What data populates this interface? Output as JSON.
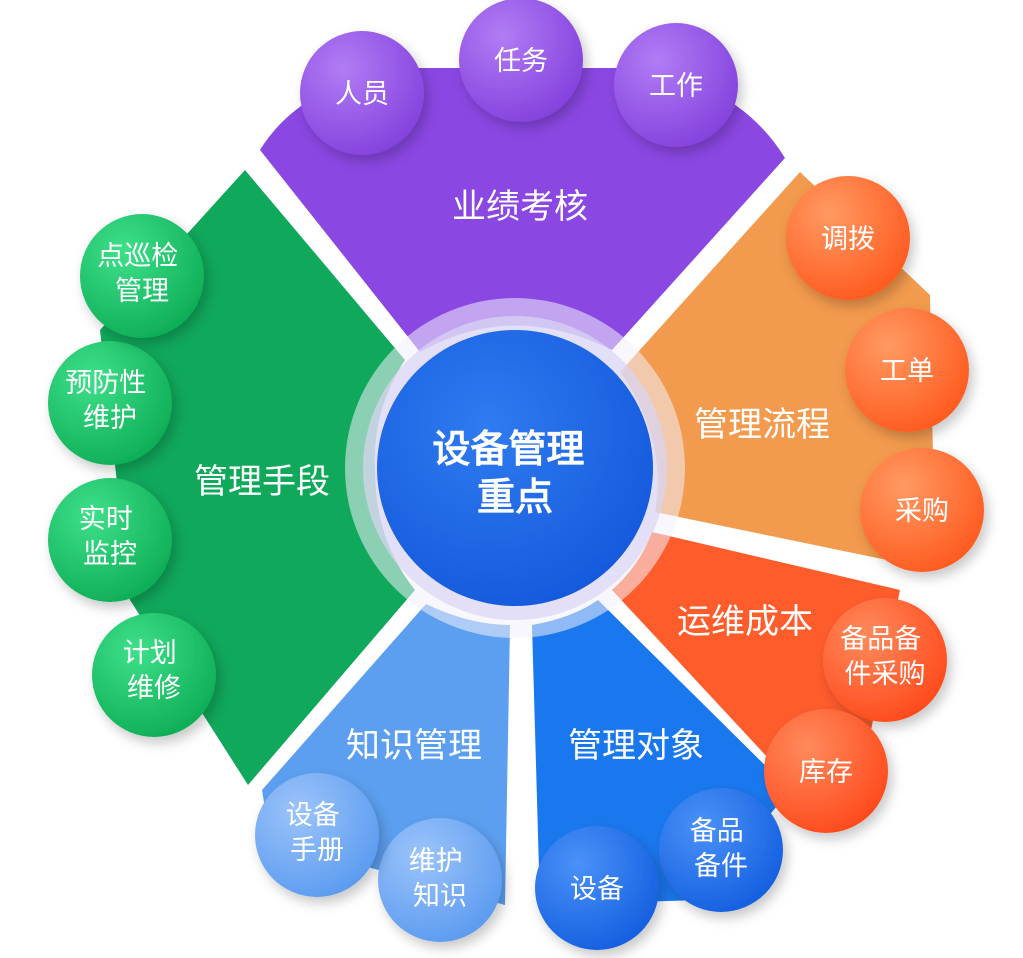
{
  "center": {
    "lines": [
      "设备管理",
      "重点"
    ]
  },
  "colors": {
    "purple": "#8a47e2",
    "purple_node": "#8f4fe6",
    "orange": "#f39a4c",
    "orange_node": "#ff6a2e",
    "red_orange": "#ff5a2a",
    "red_node": "#ff4f24",
    "blue": "#1a78ef",
    "blue_node": "#1769e8",
    "light_blue": "#5c9ff0",
    "light_blue_node": "#6aa6f2",
    "green": "#10a85b",
    "green_node": "#12c166",
    "center": "#1a66e6",
    "ring": "#d8d0f2",
    "text": "#ffffff"
  },
  "segments": [
    {
      "id": "performance",
      "label": "业绩考核",
      "nodes": [
        {
          "lines": [
            "人员"
          ]
        },
        {
          "lines": [
            "任务"
          ]
        },
        {
          "lines": [
            "工作"
          ]
        }
      ]
    },
    {
      "id": "process",
      "label": "管理流程",
      "nodes": [
        {
          "lines": [
            "调拨"
          ]
        },
        {
          "lines": [
            "工单"
          ]
        },
        {
          "lines": [
            "采购"
          ]
        }
      ]
    },
    {
      "id": "cost",
      "label": "运维成本",
      "nodes": [
        {
          "lines": [
            "备品备",
            "件采购"
          ]
        },
        {
          "lines": [
            "库存"
          ]
        }
      ]
    },
    {
      "id": "objects",
      "label": "管理对象",
      "nodes": [
        {
          "lines": [
            "备品",
            "备件"
          ]
        },
        {
          "lines": [
            "设备"
          ]
        }
      ]
    },
    {
      "id": "knowledge",
      "label": "知识管理",
      "nodes": [
        {
          "lines": [
            "维护",
            "知识"
          ]
        },
        {
          "lines": [
            "设备",
            "手册"
          ]
        }
      ]
    },
    {
      "id": "means",
      "label": "管理手段",
      "nodes": [
        {
          "lines": [
            "计划",
            "维修"
          ]
        },
        {
          "lines": [
            "实时",
            "监控"
          ]
        },
        {
          "lines": [
            "预防性",
            "维护"
          ]
        },
        {
          "lines": [
            "点巡检",
            "管理"
          ]
        }
      ]
    }
  ]
}
